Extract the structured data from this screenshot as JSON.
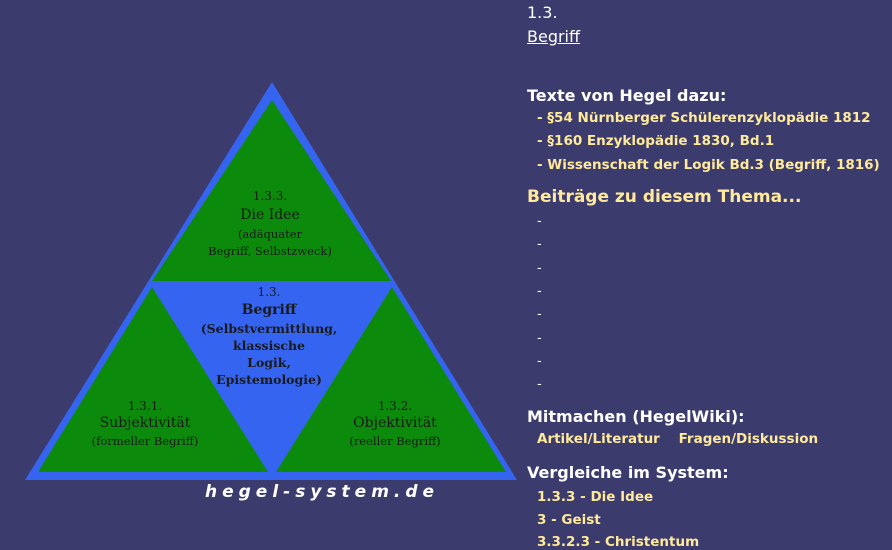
{
  "diagram": {
    "top": {
      "num": "1.3.3.",
      "name": "Die Idee",
      "desc": [
        "(adäquater",
        "Begriff, Selbstzweck)"
      ]
    },
    "center": {
      "num": "1.3.",
      "name": "Begriff",
      "desc": [
        "(Selbstvermittlung,",
        "klassische",
        "Logik,",
        "Epistemologie)"
      ]
    },
    "left": {
      "num": "1.3.1.",
      "name": "Subjektivität",
      "desc": [
        "(formeller Begriff)"
      ]
    },
    "right": {
      "num": "1.3.2.",
      "name": "Objektivität",
      "desc": [
        "(reeller Begriff)"
      ]
    },
    "site": "hegel-system.de",
    "colors": {
      "frame": "#3565f0",
      "green": "#0b8a0b",
      "center": "#3565f0"
    }
  },
  "panel": {
    "number": "1.3.",
    "title": "Begriff",
    "texte_heading": "Texte von Hegel dazu:",
    "texte": [
      "- §54 Nürnberger Schülerenzyklopädie 1812",
      "- §160 Enzyklopädie 1830, Bd.1",
      "- Wissenschaft der Logik Bd.3 (Begriff, 1816)"
    ],
    "beitraege_heading": "Beiträge zu diesem Thema...",
    "beitraege": [
      "-",
      "-",
      "-",
      "-",
      "-",
      "-",
      "-",
      "-"
    ],
    "mitmachen_heading": "Mitmachen (HegelWiki):",
    "mitmachen": [
      "Artikel/Literatur",
      "Fragen/Diskussion"
    ],
    "vergleiche_heading": "Vergleiche im System:",
    "vergleiche": [
      "1.3.3 - Die Idee",
      "3 - Geist",
      "3.3.2.3 - Christentum"
    ]
  }
}
